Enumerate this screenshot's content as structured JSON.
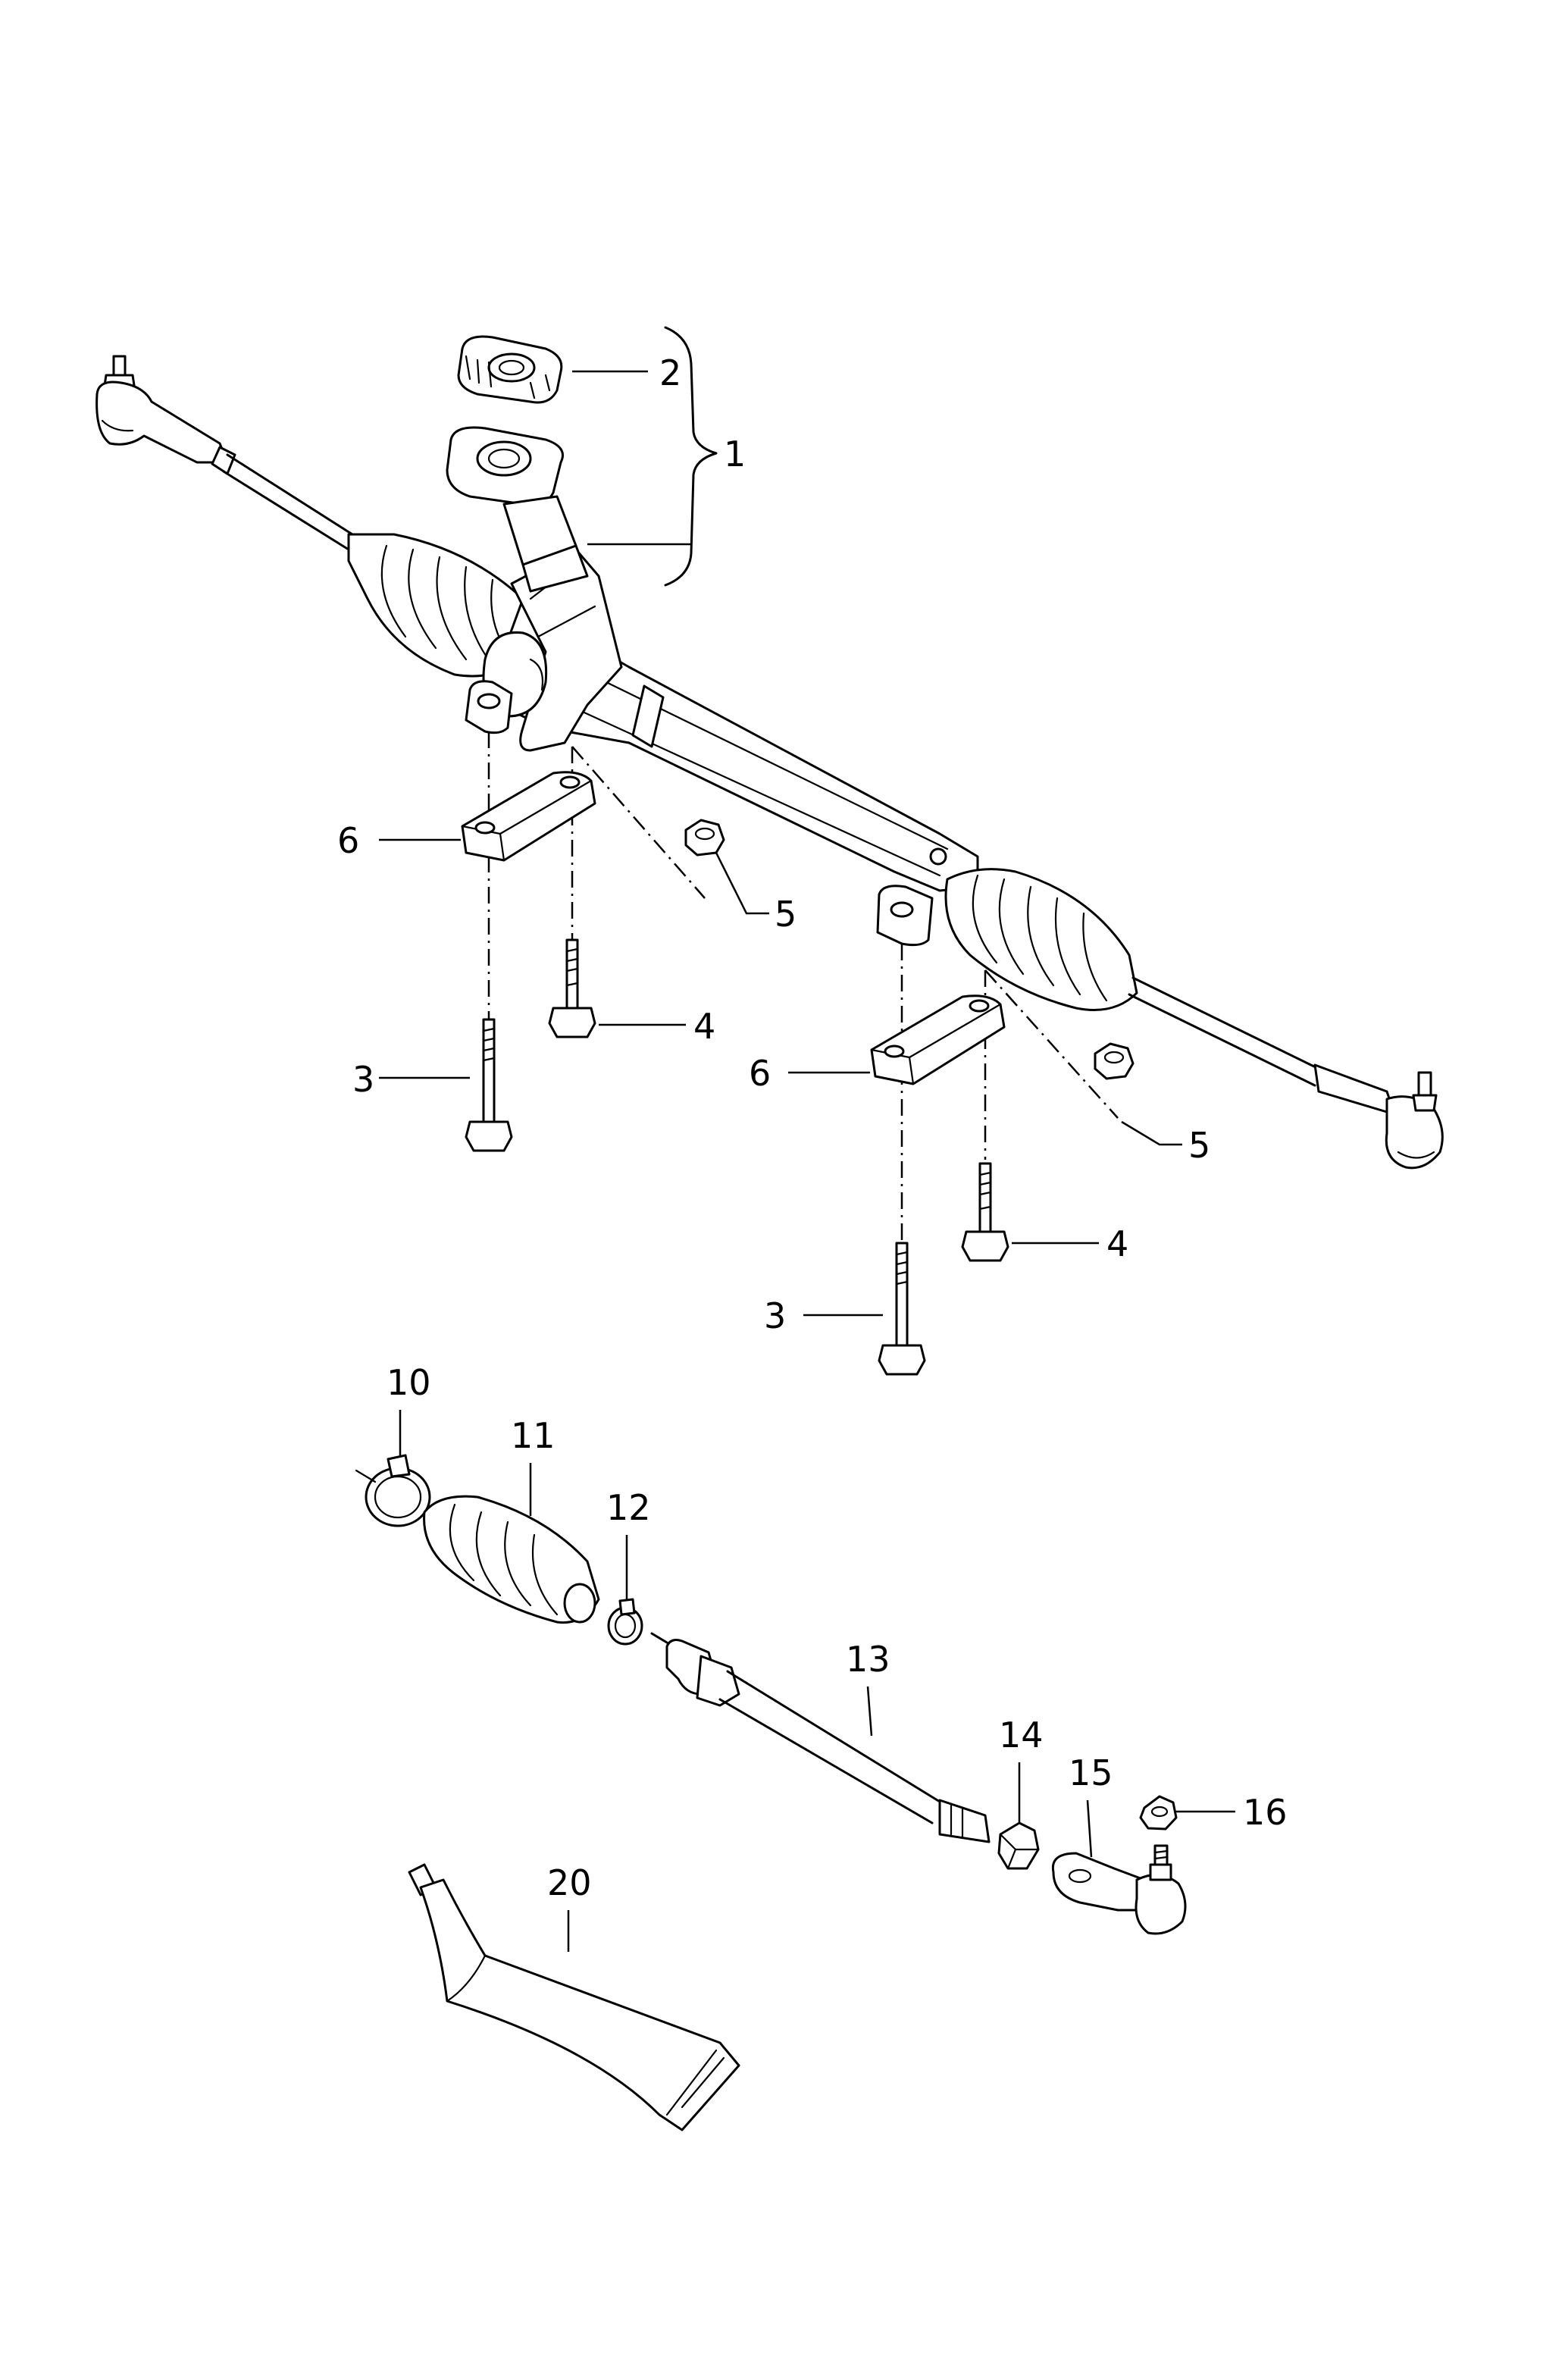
{
  "callouts": [
    {
      "id": "c1",
      "label": "1"
    },
    {
      "id": "c2",
      "label": "2"
    },
    {
      "id": "c3a",
      "label": "3"
    },
    {
      "id": "c3b",
      "label": "3"
    },
    {
      "id": "c4a",
      "label": "4"
    },
    {
      "id": "c4b",
      "label": "4"
    },
    {
      "id": "c5a",
      "label": "5"
    },
    {
      "id": "c5b",
      "label": "5"
    },
    {
      "id": "c6a",
      "label": "6"
    },
    {
      "id": "c6b",
      "label": "6"
    },
    {
      "id": "c10",
      "label": "10"
    },
    {
      "id": "c11",
      "label": "11"
    },
    {
      "id": "c12",
      "label": "12"
    },
    {
      "id": "c13",
      "label": "13"
    },
    {
      "id": "c14",
      "label": "14"
    },
    {
      "id": "c15",
      "label": "15"
    },
    {
      "id": "c16",
      "label": "16"
    },
    {
      "id": "c20",
      "label": "20"
    }
  ]
}
